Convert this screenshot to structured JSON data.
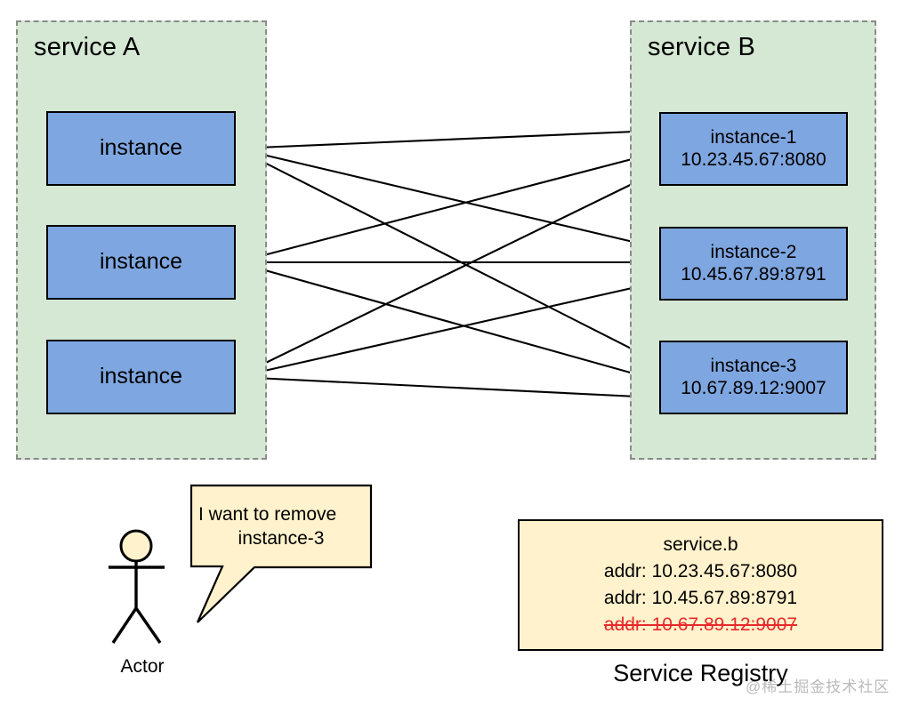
{
  "diagram": {
    "title_hidden": "",
    "groups": [
      {
        "name": "service-a",
        "label": "service A",
        "instances": [
          {
            "label": "instance"
          },
          {
            "label": "instance"
          },
          {
            "label": "instance"
          }
        ]
      },
      {
        "name": "service-b",
        "label": "service B",
        "instances": [
          {
            "label": "instance-1",
            "addr": "10.23.45.67:8080"
          },
          {
            "label": "instance-2",
            "addr": "10.45.67.89:8791"
          },
          {
            "label": "instance-3",
            "addr": "10.67.89.12:9007"
          }
        ]
      }
    ],
    "actor": {
      "label": "Actor",
      "speech_line_1": "I want to remove",
      "speech_line_2": "instance-3"
    },
    "registry": {
      "caption": "Service Registry",
      "service_key": "service.b",
      "entries": [
        {
          "text": "addr: 10.23.45.67:8080",
          "removed": false
        },
        {
          "text": "addr: 10.45.67.89:8791",
          "removed": false
        },
        {
          "text": "addr: 10.67.89.12:9007",
          "removed": true
        }
      ]
    },
    "watermark": "@稀土掘金技术社区",
    "colors": {
      "group_fill": "#d5e8d4",
      "group_border": "#8a8a8a",
      "instance_fill": "#7ea6e0",
      "instance_border": "#000000",
      "note_fill": "#fff2cc",
      "note_border": "#000000",
      "removed_text": "#e8292c",
      "arrow": "#000000",
      "background": "#ffffff"
    }
  }
}
